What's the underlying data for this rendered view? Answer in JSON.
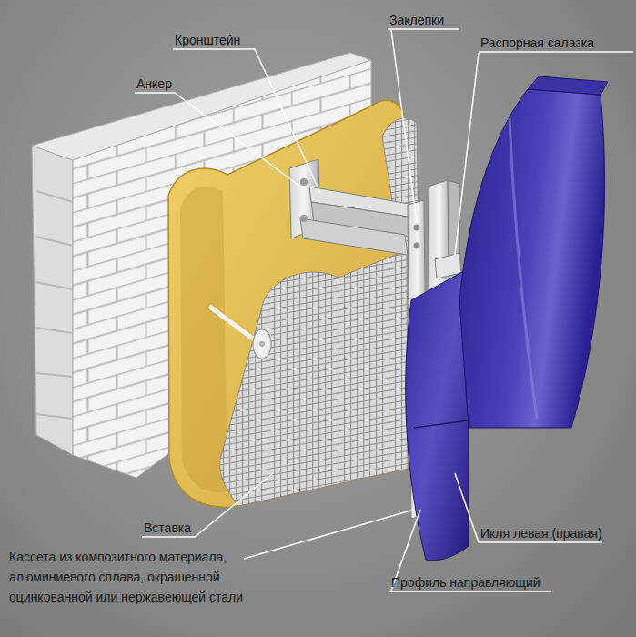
{
  "diagram": {
    "labels": [
      "Кронштейн",
      "Заклепки",
      "Анкер",
      "Распорная салазка",
      "Вставка",
      "Икля левая (правая)",
      "Кассета из композитного материала, алюминиевого сплава, окрашенной оцинкованной или нержавеющей стали",
      "Профиль направляющий"
    ]
  }
}
